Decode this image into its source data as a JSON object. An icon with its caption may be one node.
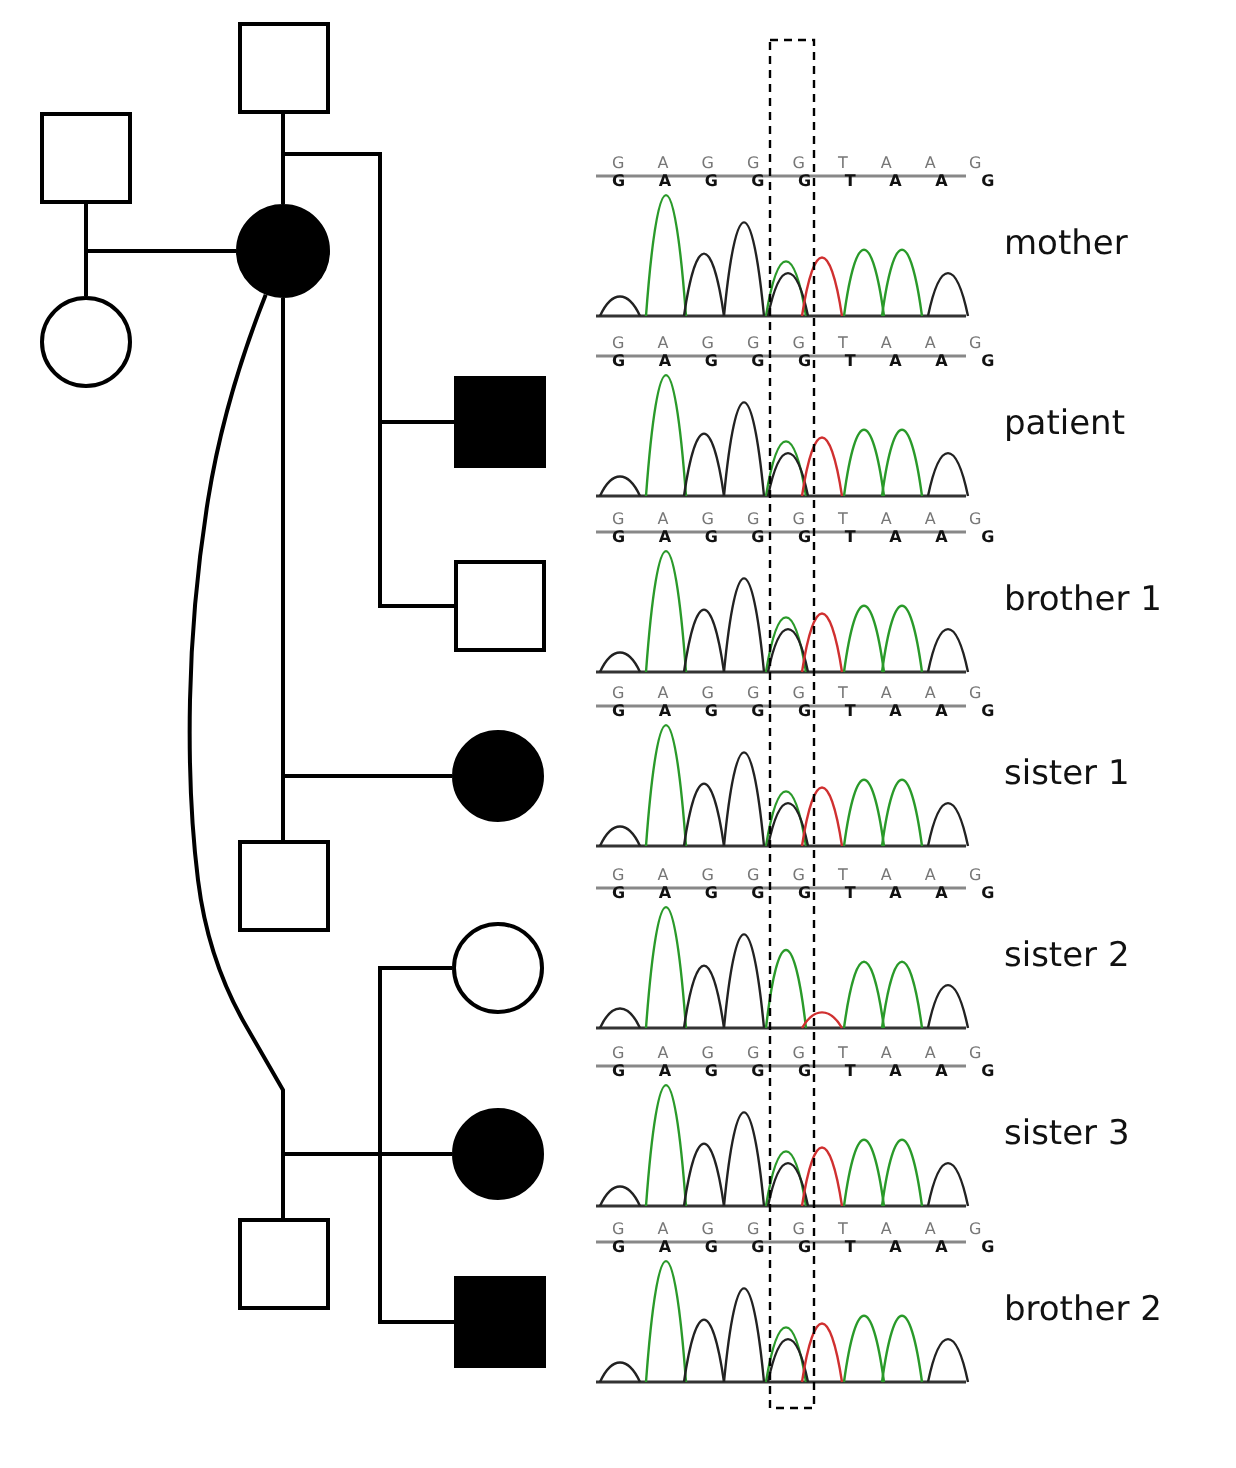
{
  "diagram": {
    "nodes": [
      {
        "text": [],
        "shape": "box"
      },
      {
        "text": [],
        "shape": "box"
      },
      {
        "text": [],
        "shape": "circle"
      },
      {
        "text": [],
        "shape": "circle"
      },
      {
        "text": [],
        "shape": "box"
      },
      {
        "text": [],
        "shape": "box"
      },
      {
        "text": [],
        "shape": "circle"
      },
      {
        "text": [],
        "shape": "box"
      },
      {
        "text": [],
        "shape": "circle"
      },
      {
        "text": [],
        "shape": "circle"
      },
      {
        "text": [],
        "shape": "box"
      },
      {
        "text": [],
        "shape": "box"
      }
    ],
    "edges": [
      {
        "from": 0,
        "to": 2,
        "arrow": "none"
      },
      {
        "from": 2,
        "to": 1,
        "arrow": "none"
      },
      {
        "from": 2,
        "to": 3,
        "arrow": "none"
      },
      {
        "from": 0,
        "to": 4,
        "arrow": "none"
      },
      {
        "from": 0,
        "to": 5,
        "arrow": "none"
      },
      {
        "from": 2,
        "to": 7,
        "arrow": "none"
      },
      {
        "from": 2,
        "to": 6,
        "arrow": "none"
      },
      {
        "from": 2,
        "to": 10,
        "arrow": "none"
      },
      {
        "from": 10,
        "to": 9,
        "arrow": "none"
      },
      {
        "from": 8,
        "to": 11,
        "arrow": "none"
      }
    ],
    "labels": [
      "G A G G G T A A G",
      "G A G G G T A A G",
      "mother",
      "G A G G G T A A G",
      "G A G G G T A A G",
      "patient",
      "G A G G G T A A G",
      "G A G G G T A A G",
      "brother 1",
      "G A G G G T A A G",
      "G A G G G T A A G",
      "sister 1",
      "G A G G G T A A G",
      "G A G G G T A A G",
      "sister 2",
      "G A G G G T A A G",
      "G A G G G T A A G",
      "sister 3",
      "G A G G G T A A G",
      "G A G G G T A A G",
      "brother 2"
    ]
  }
}
